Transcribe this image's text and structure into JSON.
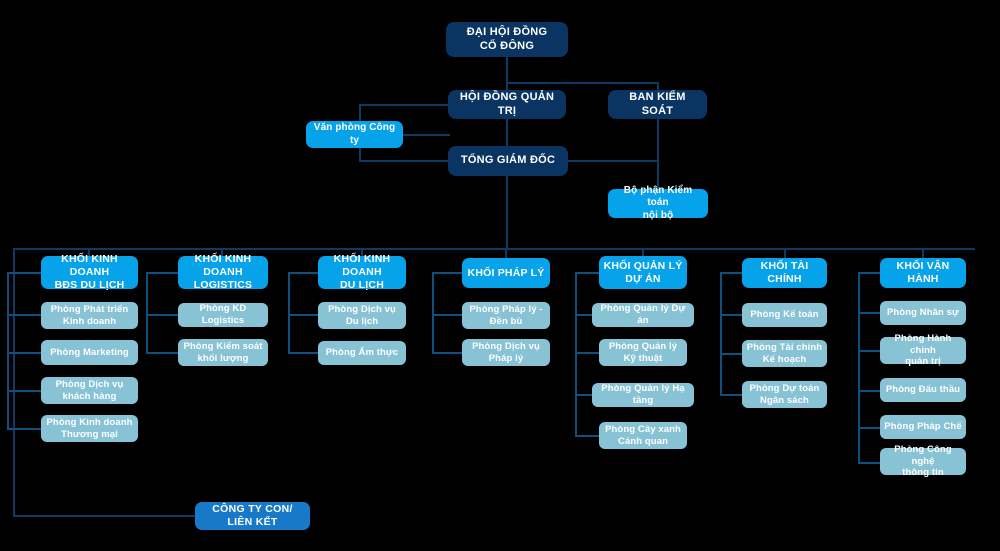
{
  "chart": {
    "type": "org-chart",
    "title": "",
    "background": "#000000",
    "colors": {
      "navy": "#0a3562",
      "cyan": "#06a2ea",
      "mid_blue": "#1879c9",
      "steel": "#88c2d5",
      "connector": "#0e3a63",
      "text": "#ffffff"
    }
  },
  "top": {
    "shareholders": "ĐẠI HỘI ĐỒNG\nCỔ ĐÔNG",
    "board": "HỘI ĐỒNG QUẢN TRỊ",
    "supervisory": "BAN KIỂM SOÁT",
    "office": "Văn phòng Công ty",
    "ceo": "TỔNG GIÁM ĐỐC",
    "internal_audit": "Bộ phận Kiểm toán\nnội bộ"
  },
  "bottom": {
    "subsidiaries": "CÔNG TY CON/ LIÊN KẾT"
  },
  "divisions": [
    {
      "head": "KHỐI KINH DOANH\nBĐS DU LỊCH",
      "items": [
        "Phòng Phát triển\nKinh doanh",
        "Phòng Marketing",
        "Phòng Dịch vụ\nkhách hàng",
        "Phòng Kinh doanh\nThương mại"
      ]
    },
    {
      "head": "KHỐI KINH DOANH\nLOGISTICS",
      "items": [
        "Phòng KD Logistics",
        "Phòng Kiểm soát\nkhối lượng"
      ]
    },
    {
      "head": "KHỐI KINH DOANH\nDU LỊCH",
      "items": [
        "Phòng Dịch vụ\nDu lịch",
        "Phòng Ẩm thực"
      ]
    },
    {
      "head": "KHỐI PHÁP LÝ",
      "items": [
        "Phòng Pháp lý -\nĐền bù",
        "Phòng Dịch vụ\nPháp lý"
      ]
    },
    {
      "head": "KHỐI QUẢN LÝ\nDỰ ÁN",
      "items": [
        "Phòng Quản lý Dự án",
        "Phòng Quản lý\nKỹ thuật",
        "Phòng Quản lý Hạ tầng",
        "Phòng Cây xanh\nCảnh quan"
      ]
    },
    {
      "head": "KHỐI TÀI CHÍNH",
      "items": [
        "Phòng Kế toán",
        "Phòng Tài chính\nKế hoạch",
        "Phòng Dự toán\nNgân sách"
      ]
    },
    {
      "head": "KHỐI VẬN HÀNH",
      "items": [
        "Phòng Nhân sự",
        "Phòng Hành chính\nquản trị",
        "Phòng Đấu thầu",
        "Phòng Pháp Chế",
        "Phòng Công nghệ\nthông tin"
      ]
    }
  ]
}
